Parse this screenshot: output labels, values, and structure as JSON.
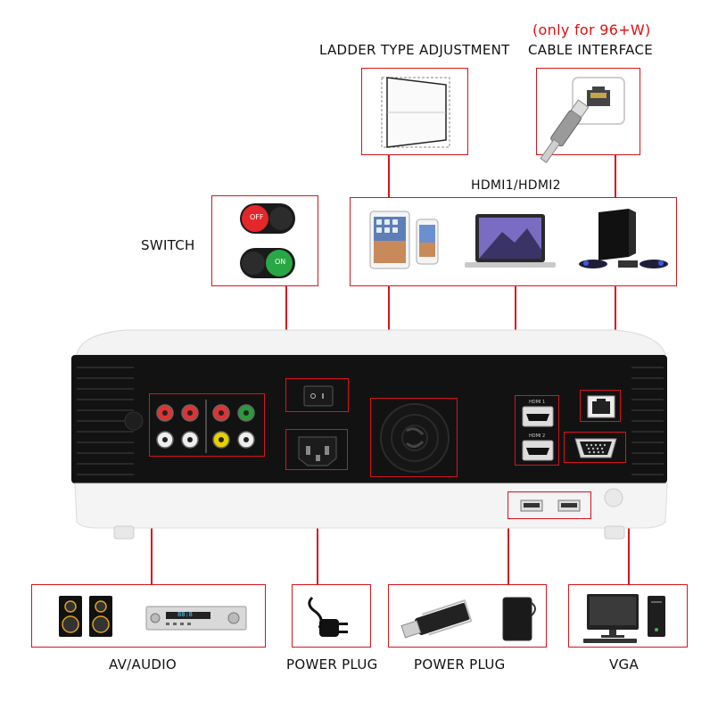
{
  "labels": {
    "only_for": "(only for 96+W)",
    "ladder": "LADDER TYPE ADJUSTMENT",
    "cable": "CABLE INTERFACE",
    "hdmi": "HDMI1/HDMI2",
    "switch": "SWITCH",
    "av_audio": "AV/AUDIO",
    "power_plug_1": "POWER PLUG",
    "power_plug_2": "POWER PLUG",
    "vga": "VGA"
  },
  "switch_states": {
    "off": "OFF",
    "on": "ON"
  },
  "port_marks": {
    "hdmi1": "HDMI 1",
    "hdmi2": "HDMI 2"
  },
  "amp_display": "88:8",
  "colors": {
    "accent": "#d8141c",
    "projector_body": "#121212",
    "projector_shell": "#f2f2f2"
  }
}
